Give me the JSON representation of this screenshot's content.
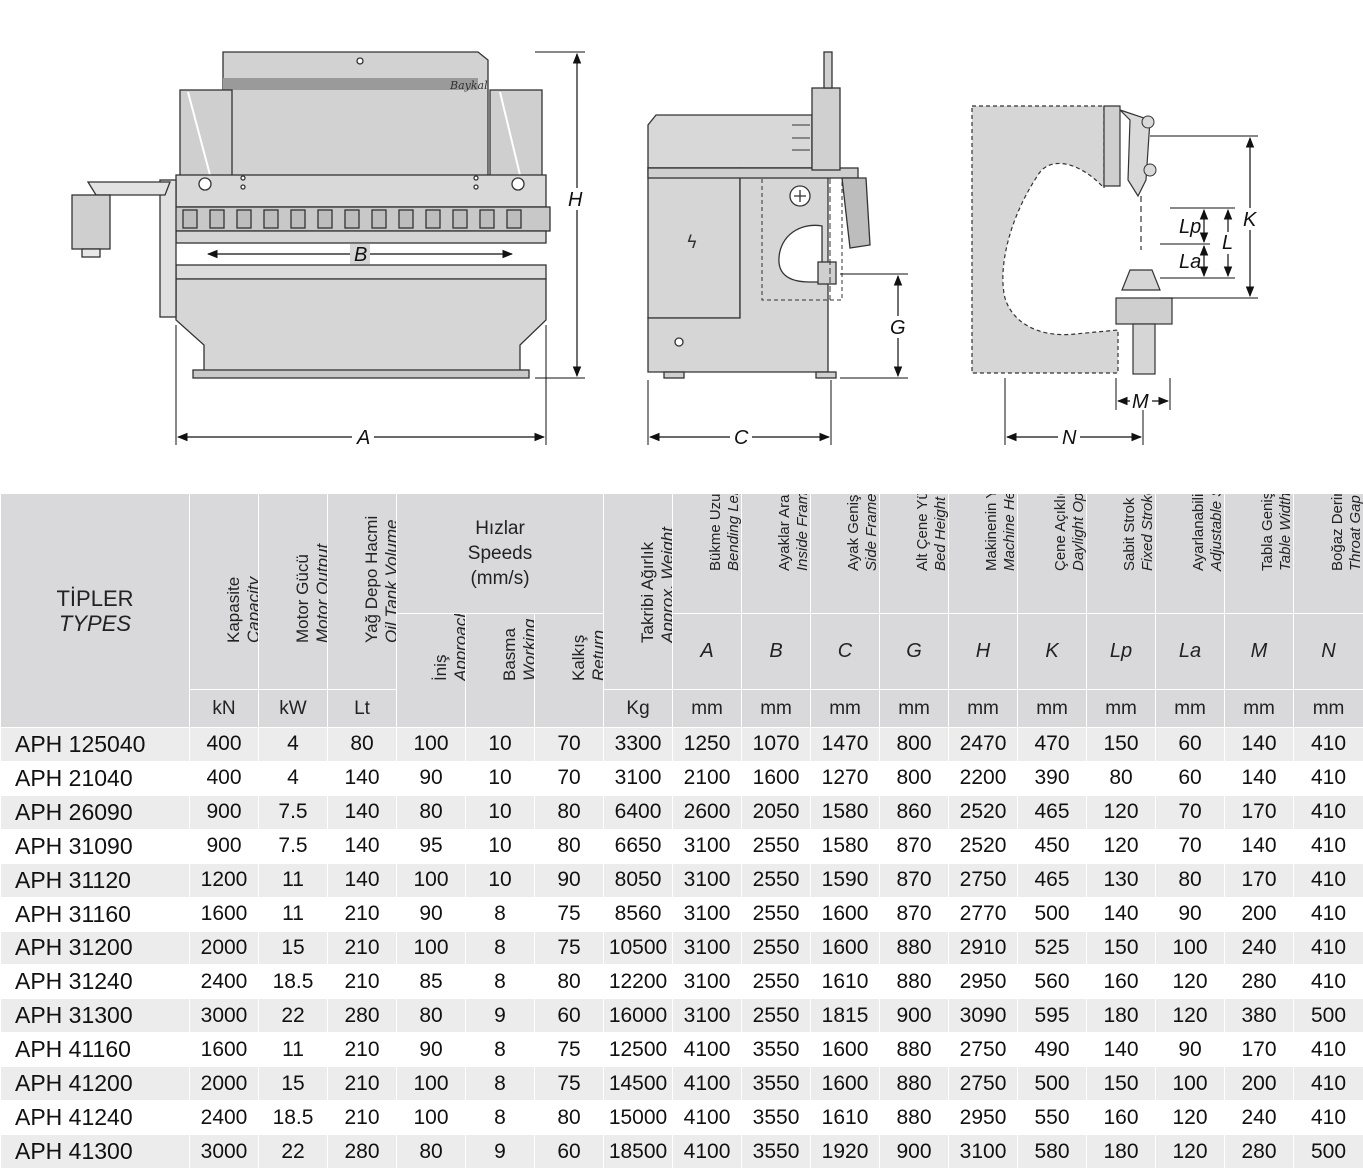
{
  "dimension_labels": {
    "A": "A",
    "B": "B",
    "C": "C",
    "G": "G",
    "H": "H",
    "K": "K",
    "L": "L",
    "Lp": "Lp",
    "La": "La",
    "M": "M",
    "N": "N"
  },
  "brand_mark": "Baykal",
  "table": {
    "types_tr": "TİPLER",
    "types_en": "TYPES",
    "speeds_label_1": "Hızlar",
    "speeds_label_2": "Speeds",
    "speeds_label_3": "(mm/s)",
    "columns": [
      {
        "tr": "Kapasite",
        "en": "Capacity",
        "letter": "",
        "unit": "kN"
      },
      {
        "tr": "Motor Gücü",
        "en": "Motor Output",
        "letter": "",
        "unit": "kW"
      },
      {
        "tr": "Yağ Depo Hacmi",
        "en": "Oil Tank Volume",
        "letter": "",
        "unit": "Lt"
      },
      {
        "tr": "İniş",
        "en": "Approach",
        "letter": "",
        "unit": ""
      },
      {
        "tr": "Basma",
        "en": "Working",
        "letter": "",
        "unit": ""
      },
      {
        "tr": "Kalkış",
        "en": "Return",
        "letter": "",
        "unit": ""
      },
      {
        "tr": "Takribi Ağırlık",
        "en": "Approx. Weight",
        "letter": "",
        "unit": "Kg"
      },
      {
        "tr": "Bükme Uzunluğu",
        "en": "Bending Length",
        "letter": "A",
        "unit": "mm"
      },
      {
        "tr": "Ayaklar Arası",
        "en": "Inside Frames",
        "letter": "B",
        "unit": "mm"
      },
      {
        "tr": "Ayak Genişliği",
        "en": "Side Frame Width",
        "letter": "C",
        "unit": "mm"
      },
      {
        "tr": "Alt Çene Yüksekliği",
        "en": "Bed Height",
        "letter": "G",
        "unit": "mm"
      },
      {
        "tr": "Makinenin Yüksekliği",
        "en": "Machine Height",
        "letter": "H",
        "unit": "mm"
      },
      {
        "tr": "Çene Açıklığı",
        "en": "Daylight Opening",
        "letter": "K",
        "unit": "mm"
      },
      {
        "tr": "Sabit Strok",
        "en": "Fixed Stroke",
        "letter": "Lp",
        "unit": "mm"
      },
      {
        "tr": "Ayarlanabilir Strok",
        "en": "Adjustable Stroke",
        "letter": "La",
        "unit": "mm"
      },
      {
        "tr": "Tabla Genişliği",
        "en": "Table Width",
        "letter": "M",
        "unit": "mm"
      },
      {
        "tr": "Boğaz Derinliği",
        "en": "Throat Gap",
        "letter": "N",
        "unit": "mm"
      }
    ],
    "rows": [
      [
        "APH 125040",
        "400",
        "4",
        "80",
        "100",
        "10",
        "70",
        "3300",
        "1250",
        "1070",
        "1470",
        "800",
        "2470",
        "470",
        "150",
        "60",
        "140",
        "410"
      ],
      [
        "APH 21040",
        "400",
        "4",
        "140",
        "90",
        "10",
        "70",
        "3100",
        "2100",
        "1600",
        "1270",
        "800",
        "2200",
        "390",
        "80",
        "60",
        "140",
        "410"
      ],
      [
        "APH 26090",
        "900",
        "7.5",
        "140",
        "80",
        "10",
        "80",
        "6400",
        "2600",
        "2050",
        "1580",
        "860",
        "2520",
        "465",
        "120",
        "70",
        "170",
        "410"
      ],
      [
        "APH 31090",
        "900",
        "7.5",
        "140",
        "95",
        "10",
        "80",
        "6650",
        "3100",
        "2550",
        "1580",
        "870",
        "2520",
        "450",
        "120",
        "70",
        "140",
        "410"
      ],
      [
        "APH 31120",
        "1200",
        "11",
        "140",
        "100",
        "10",
        "90",
        "8050",
        "3100",
        "2550",
        "1590",
        "870",
        "2750",
        "465",
        "130",
        "80",
        "170",
        "410"
      ],
      [
        "APH 31160",
        "1600",
        "11",
        "210",
        "90",
        "8",
        "75",
        "8560",
        "3100",
        "2550",
        "1600",
        "870",
        "2770",
        "500",
        "140",
        "90",
        "200",
        "410"
      ],
      [
        "APH 31200",
        "2000",
        "15",
        "210",
        "100",
        "8",
        "75",
        "10500",
        "3100",
        "2550",
        "1600",
        "880",
        "2910",
        "525",
        "150",
        "100",
        "240",
        "410"
      ],
      [
        "APH 31240",
        "2400",
        "18.5",
        "210",
        "85",
        "8",
        "80",
        "12200",
        "3100",
        "2550",
        "1610",
        "880",
        "2950",
        "560",
        "160",
        "120",
        "280",
        "410"
      ],
      [
        "APH 31300",
        "3000",
        "22",
        "280",
        "80",
        "9",
        "60",
        "16000",
        "3100",
        "2550",
        "1815",
        "900",
        "3090",
        "595",
        "180",
        "120",
        "380",
        "500"
      ],
      [
        "APH 41160",
        "1600",
        "11",
        "210",
        "90",
        "8",
        "75",
        "12500",
        "4100",
        "3550",
        "1600",
        "880",
        "2750",
        "490",
        "140",
        "90",
        "170",
        "410"
      ],
      [
        "APH 41200",
        "2000",
        "15",
        "210",
        "100",
        "8",
        "75",
        "14500",
        "4100",
        "3550",
        "1600",
        "880",
        "2750",
        "500",
        "150",
        "100",
        "200",
        "410"
      ],
      [
        "APH 41240",
        "2400",
        "18.5",
        "210",
        "100",
        "8",
        "80",
        "15000",
        "4100",
        "3550",
        "1610",
        "880",
        "2950",
        "550",
        "160",
        "120",
        "240",
        "410"
      ],
      [
        "APH 41300",
        "3000",
        "22",
        "280",
        "80",
        "9",
        "60",
        "18500",
        "4100",
        "3550",
        "1920",
        "900",
        "3100",
        "580",
        "180",
        "120",
        "280",
        "500"
      ]
    ]
  }
}
